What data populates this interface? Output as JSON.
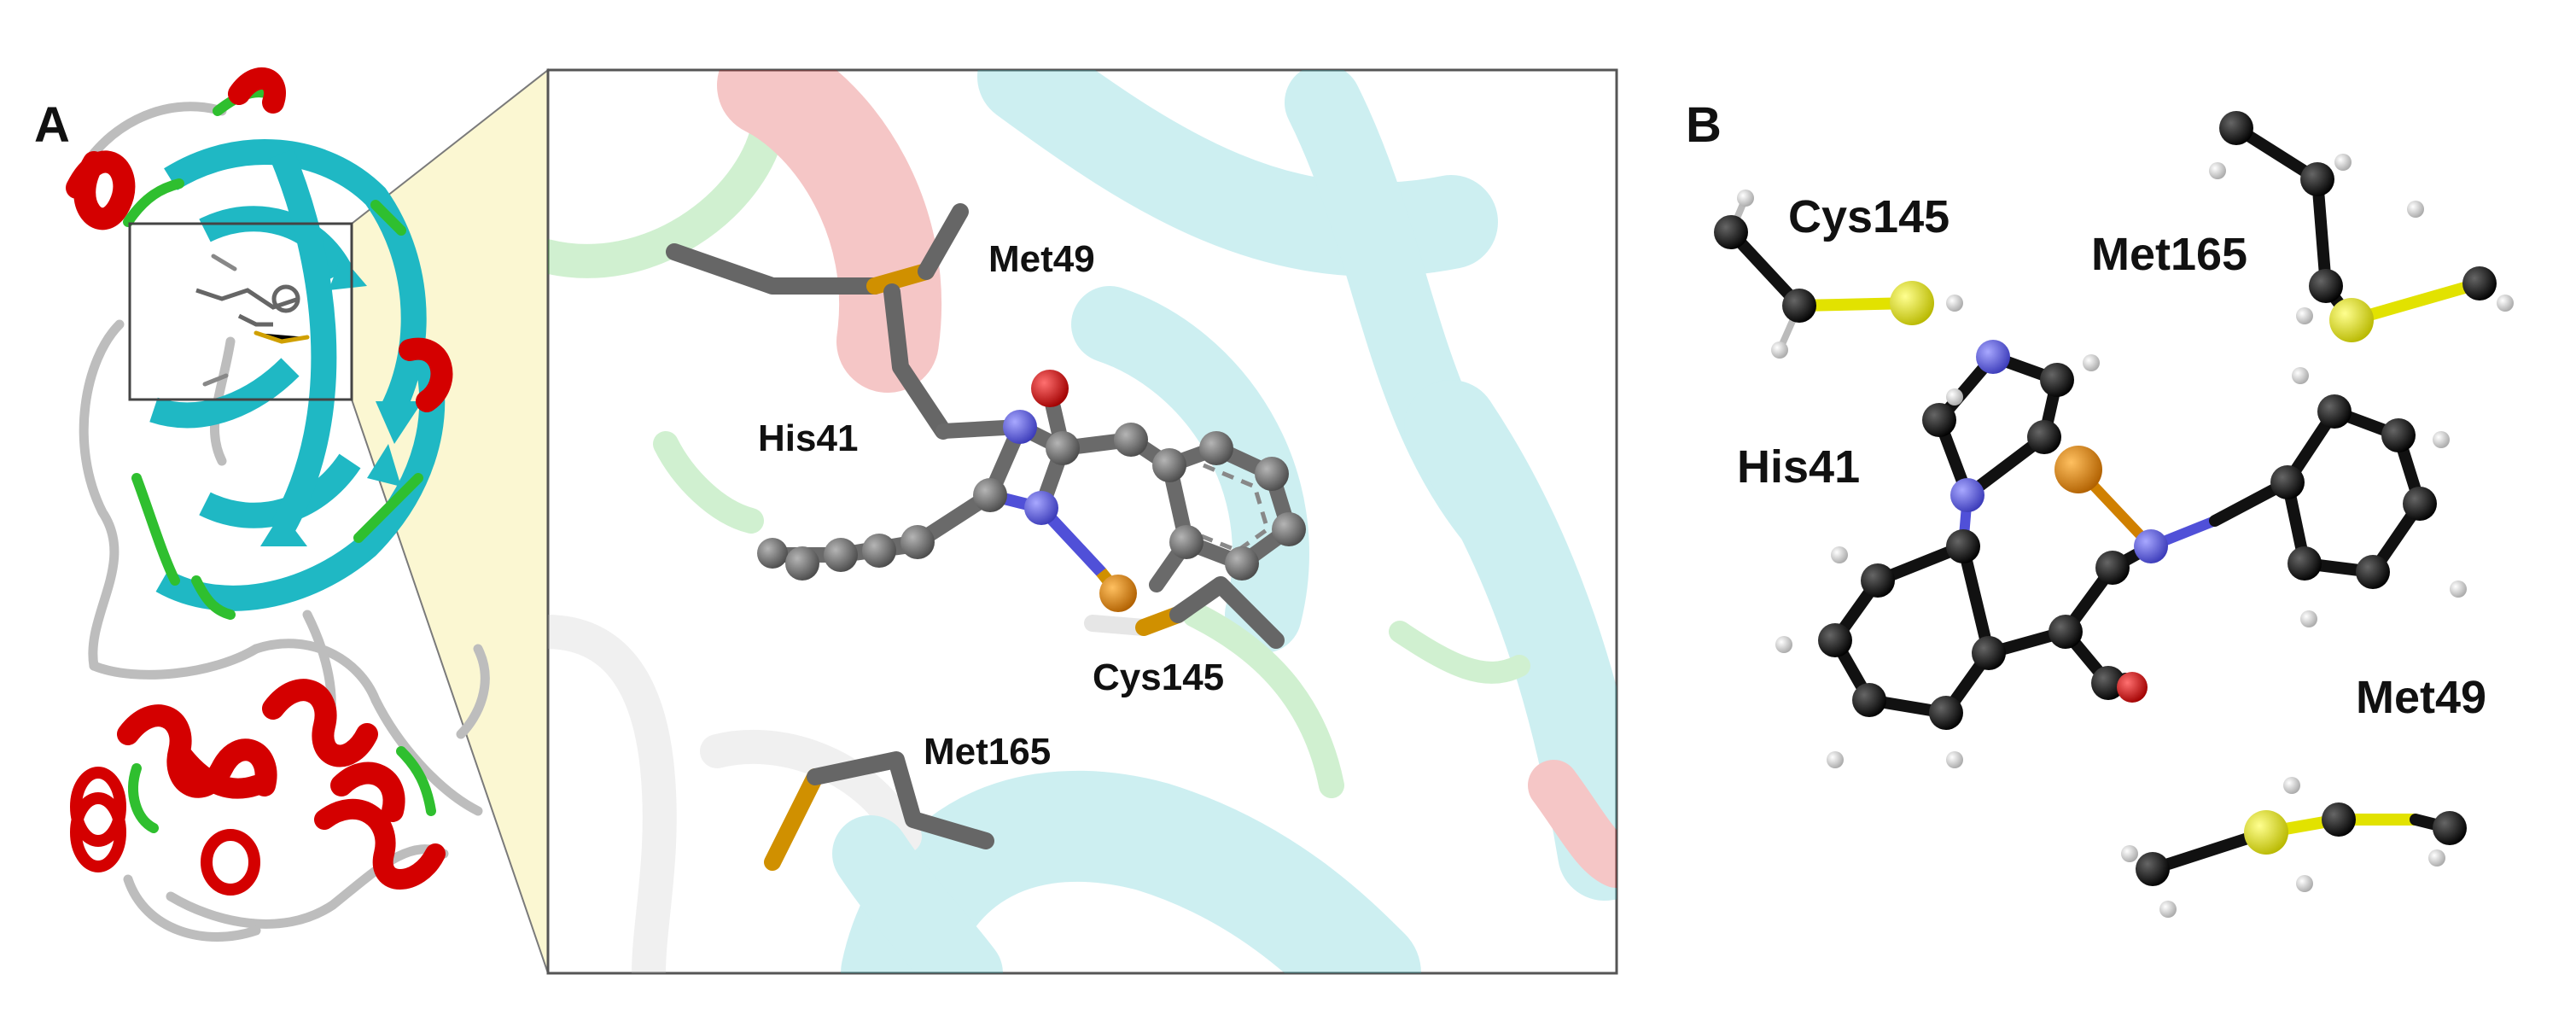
{
  "panel_a": {
    "letter": "A",
    "labels": {
      "met49": "Met49",
      "his41": "His41",
      "cys145": "Cys145",
      "met165": "Met165"
    }
  },
  "panel_b": {
    "letter": "B",
    "labels": {
      "cys145": "Cys145",
      "met165": "Met165",
      "his41": "His41",
      "met49": "Met49"
    }
  },
  "colors": {
    "helix": "#d40000",
    "strand": "#1fb8c4",
    "turn": "#2fbf2f",
    "coil": "#c8c8c8",
    "carbon_a": "#6e6e6e",
    "carbon_b": "#111111",
    "nitrogen": "#5050d8",
    "oxygen": "#d01010",
    "sulfur": "#d08a10",
    "sulfur_b": "#e2e200",
    "selenium": "#d07a00",
    "hydrogen": "#e8e8e8",
    "zoom_fill": "#fbf7d2"
  }
}
